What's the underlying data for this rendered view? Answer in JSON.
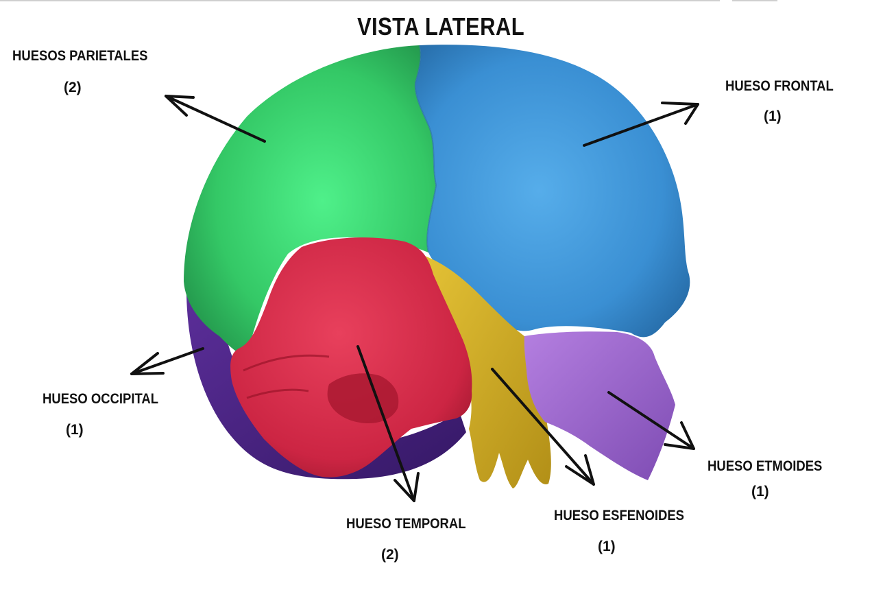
{
  "title": "VISTA LATERAL",
  "labels": {
    "parietales": {
      "name": "HUESOS PARIETALES",
      "count": "(2)"
    },
    "frontal": {
      "name": "HUESO FRONTAL",
      "count": "(1)"
    },
    "occipital": {
      "name": "HUESO OCCIPITAL",
      "count": "(1)"
    },
    "temporal": {
      "name": "HUESO TEMPORAL",
      "count": "(2)"
    },
    "esfenoides": {
      "name": "HUESO ESFENOIDES",
      "count": "(1)"
    },
    "etmoides": {
      "name": "HUESO ETMOIDES",
      "count": "(1)"
    }
  },
  "colors": {
    "parietal": "#3fd46f",
    "frontal": "#3b95d9",
    "occipital": "#4a2585",
    "temporal": "#d52a48",
    "esfenoides": "#d8b528",
    "etmoides": "#9a66cc",
    "arrow": "#111111"
  }
}
